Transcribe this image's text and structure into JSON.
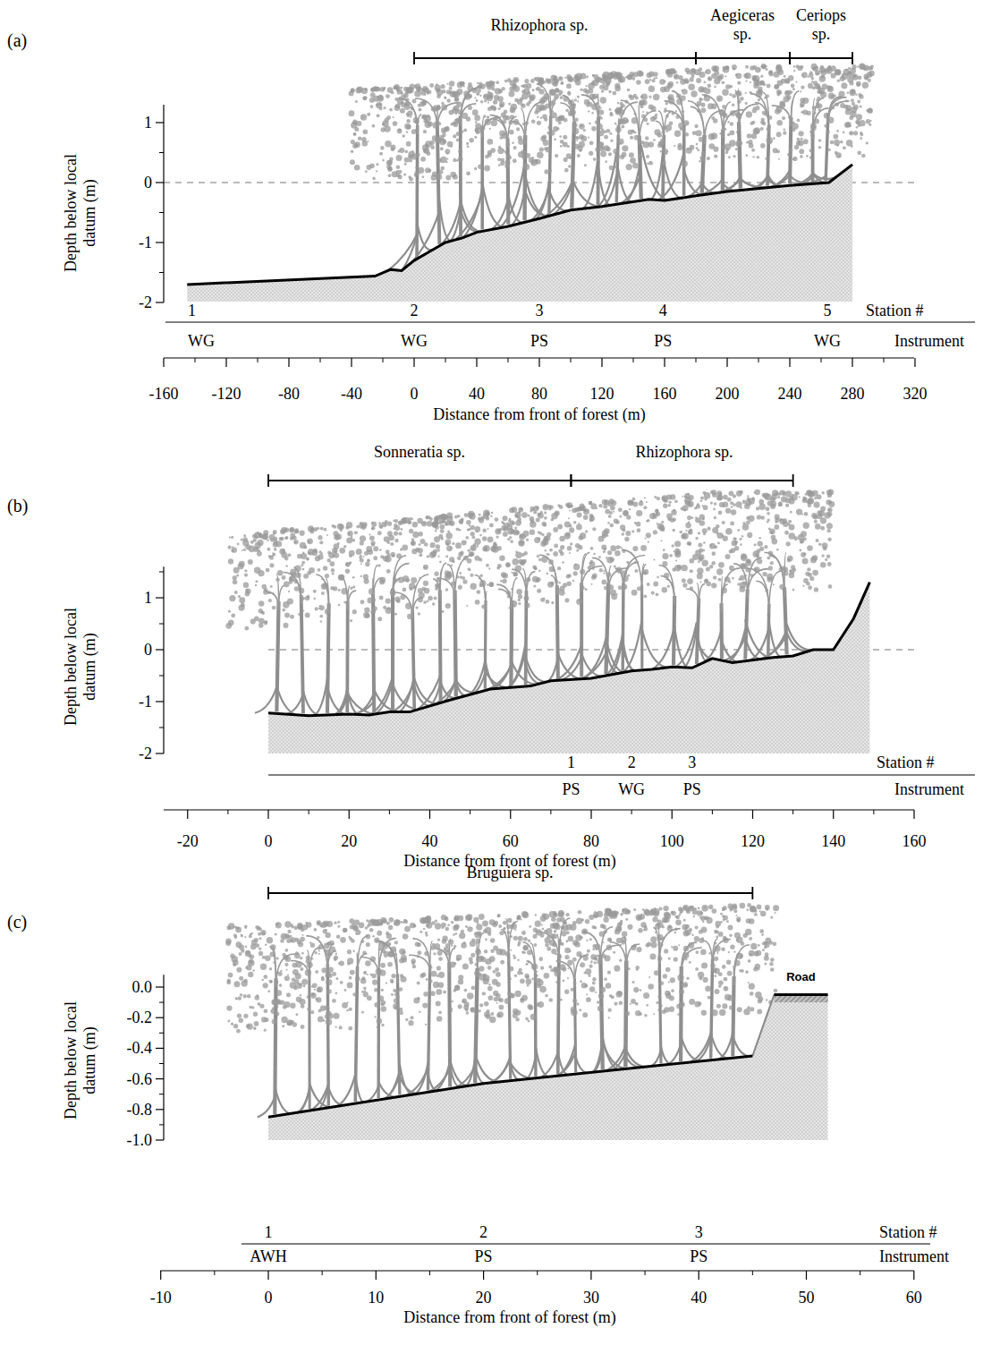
{
  "diagram": {
    "labels": [
      "(a)",
      "Rhizophora sp.",
      "Aegiceras sp.",
      "Ceriops sp.",
      "Depth below local datum (m)",
      "1",
      "0",
      "-1",
      "-2",
      "1",
      "2",
      "3",
      "4",
      "5",
      "Station #",
      "WG",
      "WG",
      "PS",
      "PS",
      "WG",
      "Instrument",
      "-160",
      "-120",
      "-80",
      "-40",
      "0",
      "40",
      "80",
      "120",
      "160",
      "200",
      "240",
      "280",
      "320",
      "Distance from front of forest (m)",
      "(b)",
      "Sonneratia sp.",
      "Rhizophora sp.",
      "Depth below local datum (m)",
      "1",
      "0",
      "-1",
      "-2",
      "1",
      "2",
      "3",
      "Station #",
      "PS",
      "WG",
      "PS",
      "Instrument",
      "-20",
      "0",
      "20",
      "40",
      "60",
      "80",
      "100",
      "120",
      "140",
      "160",
      "Distance from front of forest (m)",
      "(c)",
      "Bruguiera sp.",
      "Road",
      "Depth below local datum (m)",
      "0.0",
      "-0.2",
      "-0.4",
      "-0.6",
      "-0.8",
      "-1.0",
      "1",
      "2",
      "3",
      "Station #",
      "AWH",
      "PS",
      "PS",
      "Instrument",
      "-10",
      "0",
      "10",
      "20",
      "30",
      "40",
      "50",
      "60",
      "Distance from front of forest (m)"
    ]
  }
}
